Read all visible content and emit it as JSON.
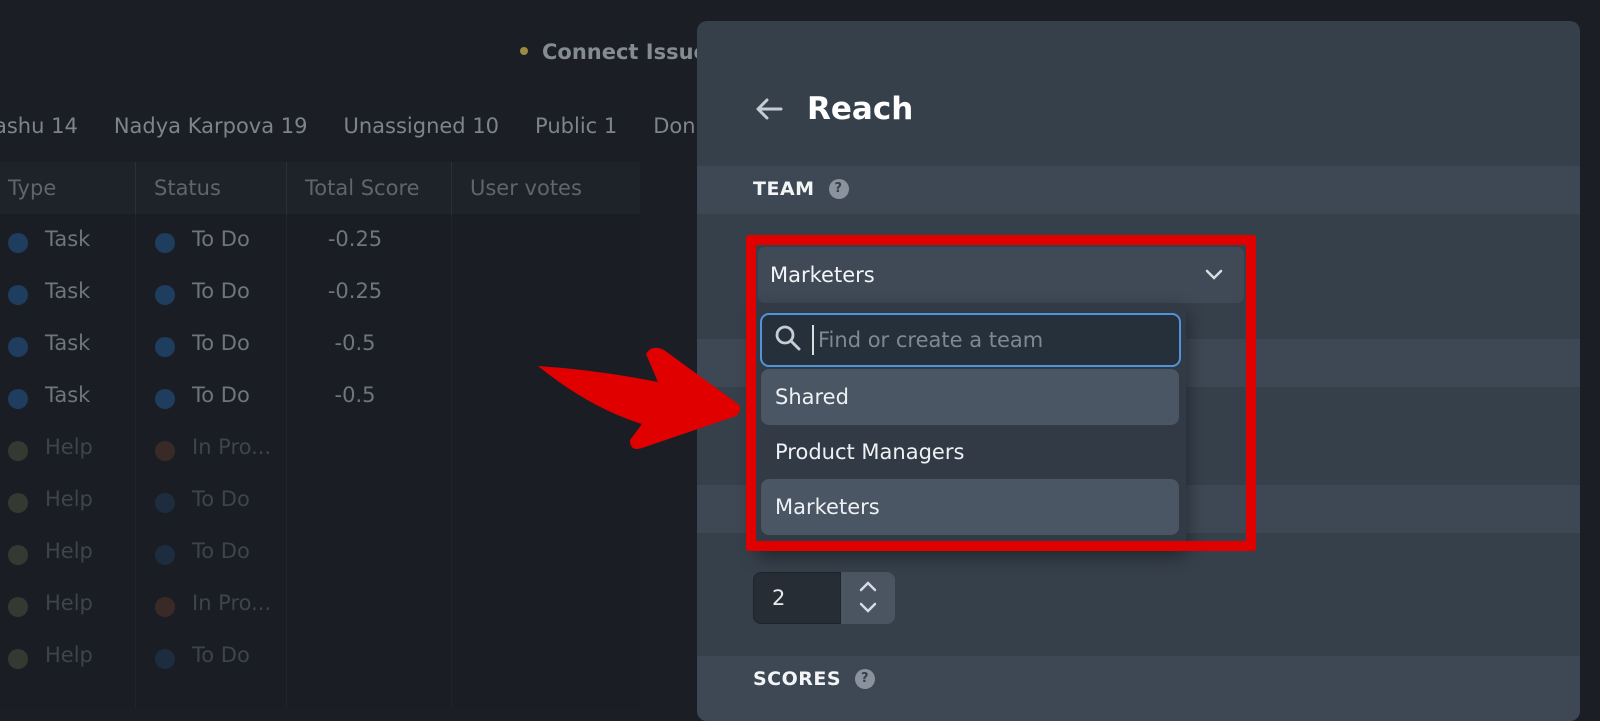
{
  "background": {
    "connect_label": "Connect Issue",
    "filters": [
      "ashu 14",
      "Nadya Karpova 19",
      "Unassigned 10",
      "Public 1",
      "Don"
    ],
    "table": {
      "columns": [
        "Type",
        "Status",
        "Total Score",
        "User votes"
      ],
      "rows": [
        {
          "type": "Task",
          "status": "To Do",
          "score": "-0.25",
          "type_color": "#1f3d5e",
          "status_color": "#1f3d5e",
          "dim": false
        },
        {
          "type": "Task",
          "status": "To Do",
          "score": "-0.25",
          "type_color": "#1f3d5e",
          "status_color": "#1f3d5e",
          "dim": false
        },
        {
          "type": "Task",
          "status": "To Do",
          "score": "-0.5",
          "type_color": "#1f3d5e",
          "status_color": "#1f3d5e",
          "dim": false
        },
        {
          "type": "Task",
          "status": "To Do",
          "score": "-0.5",
          "type_color": "#1f3d5e",
          "status_color": "#1f3d5e",
          "dim": false
        },
        {
          "type": "Help",
          "status": "In Pro...",
          "score": "",
          "type_color": "#343a31",
          "status_color": "#3a2a27",
          "dim": true
        },
        {
          "type": "Help",
          "status": "To Do",
          "score": "",
          "type_color": "#343a31",
          "status_color": "#1d2c3e",
          "dim": true
        },
        {
          "type": "Help",
          "status": "To Do",
          "score": "",
          "type_color": "#343a31",
          "status_color": "#1d2c3e",
          "dim": true
        },
        {
          "type": "Help",
          "status": "In Pro...",
          "score": "",
          "type_color": "#343a31",
          "status_color": "#3a2a27",
          "dim": true
        },
        {
          "type": "Help",
          "status": "To Do",
          "score": "",
          "type_color": "#343a31",
          "status_color": "#1d2c3e",
          "dim": true
        }
      ]
    }
  },
  "panel": {
    "title": "Reach",
    "team_section": "TEAM",
    "scores_section": "SCORES",
    "team_select": {
      "selected": "Marketers",
      "search_placeholder": "Find or create a team",
      "options": [
        {
          "label": "Shared",
          "highlighted": true
        },
        {
          "label": "Product Managers",
          "highlighted": false
        },
        {
          "label": "Marketers",
          "highlighted": true
        }
      ]
    },
    "stepper_value": "2"
  },
  "colors": {
    "annotation_red": "#e00000",
    "focus_blue": "#4f94d8",
    "panel_bg": "#36404b"
  },
  "icons": {
    "back": "back-arrow-icon",
    "help": "help-icon",
    "chevron": "chevron-down-icon",
    "search": "search-icon"
  }
}
